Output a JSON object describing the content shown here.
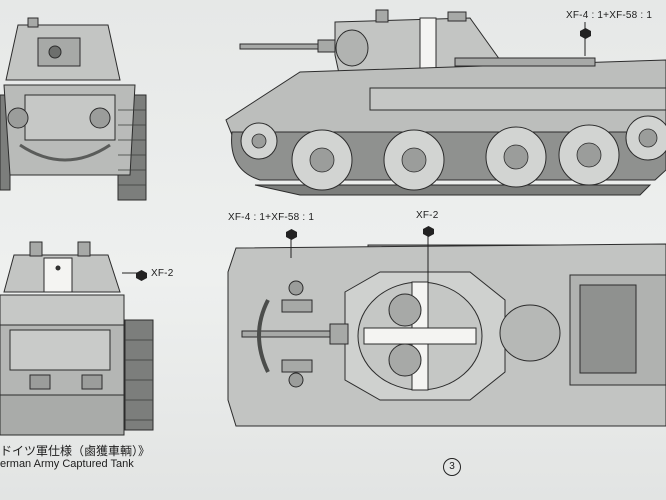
{
  "callouts": {
    "side_color": "XF-4 : 1+XF-58 : 1",
    "top_hull_color": "XF-4 : 1+XF-58 : 1",
    "top_turret_color": "XF-2",
    "rear_color": "XF-2"
  },
  "caption": {
    "japanese": "ドイツ軍仕様（鹵獲車輌）》",
    "english": "erman Army Captured Tank"
  },
  "page_number": "3",
  "colors": {
    "paint_grey": "#b9bbb9",
    "paint_dark": "#8f918f",
    "outline": "#2c2c2c",
    "cross_white": "#f4f4f2"
  }
}
